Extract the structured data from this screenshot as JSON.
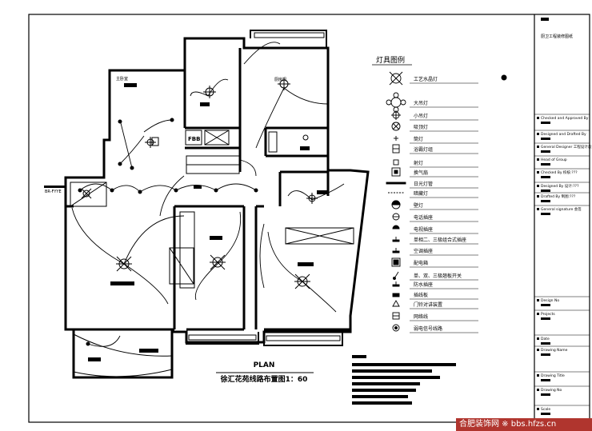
{
  "plan": {
    "title": "PLAN",
    "subtitle": "徐汇花苑线路布置图1：60",
    "rooms": [
      "厨房间",
      "主卧室"
    ],
    "small_labels": [
      "FBB",
      "BR-FYYE"
    ]
  },
  "legend": {
    "title": "灯具图例",
    "items": [
      {
        "label": "工艺水晶灯",
        "icon": "chandelier-icon"
      },
      {
        "label": "大吊灯",
        "icon": "pendant-large-icon"
      },
      {
        "label": "小吊灯",
        "icon": "pendant-small-icon"
      },
      {
        "label": "吸顶灯",
        "icon": "ceiling-lamp-icon"
      },
      {
        "label": "筒灯",
        "icon": "downlight-icon"
      },
      {
        "label": "浴霸灯组",
        "icon": "bath-heater-icon"
      },
      {
        "label": "射灯",
        "icon": "spotlight-icon"
      },
      {
        "label": "换气扇",
        "icon": "exhaust-fan-icon"
      },
      {
        "label": "日光灯管",
        "icon": "fluorescent-tube-icon"
      },
      {
        "label": "暗藏灯",
        "icon": "hidden-light-icon"
      },
      {
        "label": "壁灯",
        "icon": "wall-lamp-icon"
      },
      {
        "label": "电话插座",
        "icon": "phone-socket-icon"
      },
      {
        "label": "电视插座",
        "icon": "tv-socket-icon"
      },
      {
        "label": "单相二、三极组合式插座",
        "icon": "socket-icon"
      },
      {
        "label": "空调插座",
        "icon": "ac-socket-icon"
      },
      {
        "label": "配电箱",
        "icon": "distribution-box-icon"
      },
      {
        "label": "单、双、三极翘板开关",
        "icon": "switch-icon"
      },
      {
        "label": "防水插座",
        "icon": "waterproof-socket-icon"
      },
      {
        "label": "插线板",
        "icon": "power-strip-icon"
      },
      {
        "label": "门铃对讲装置",
        "icon": "doorbell-icon"
      },
      {
        "label": "网络线",
        "icon": "network-icon"
      },
      {
        "label": "弱电信号线路",
        "icon": "weak-signal-icon"
      }
    ]
  },
  "title_block": {
    "project_name": "厨卫工程装修图纸",
    "fields": [
      "Checked and Approved By",
      "Designed and Drafted By",
      "General Designer 工程设计总负责人",
      "Head of Group",
      "Checked By 校核:???",
      "Designed By 设计:???",
      "Drafted By 制图:???",
      "General signature 会签",
      "Design No",
      "Projects",
      "Date",
      "Drawing Name",
      "Drawing Title",
      "Drawing No",
      "Scale"
    ]
  },
  "watermark": "合肥装饰网 ※ bbs.hfzs.cn"
}
